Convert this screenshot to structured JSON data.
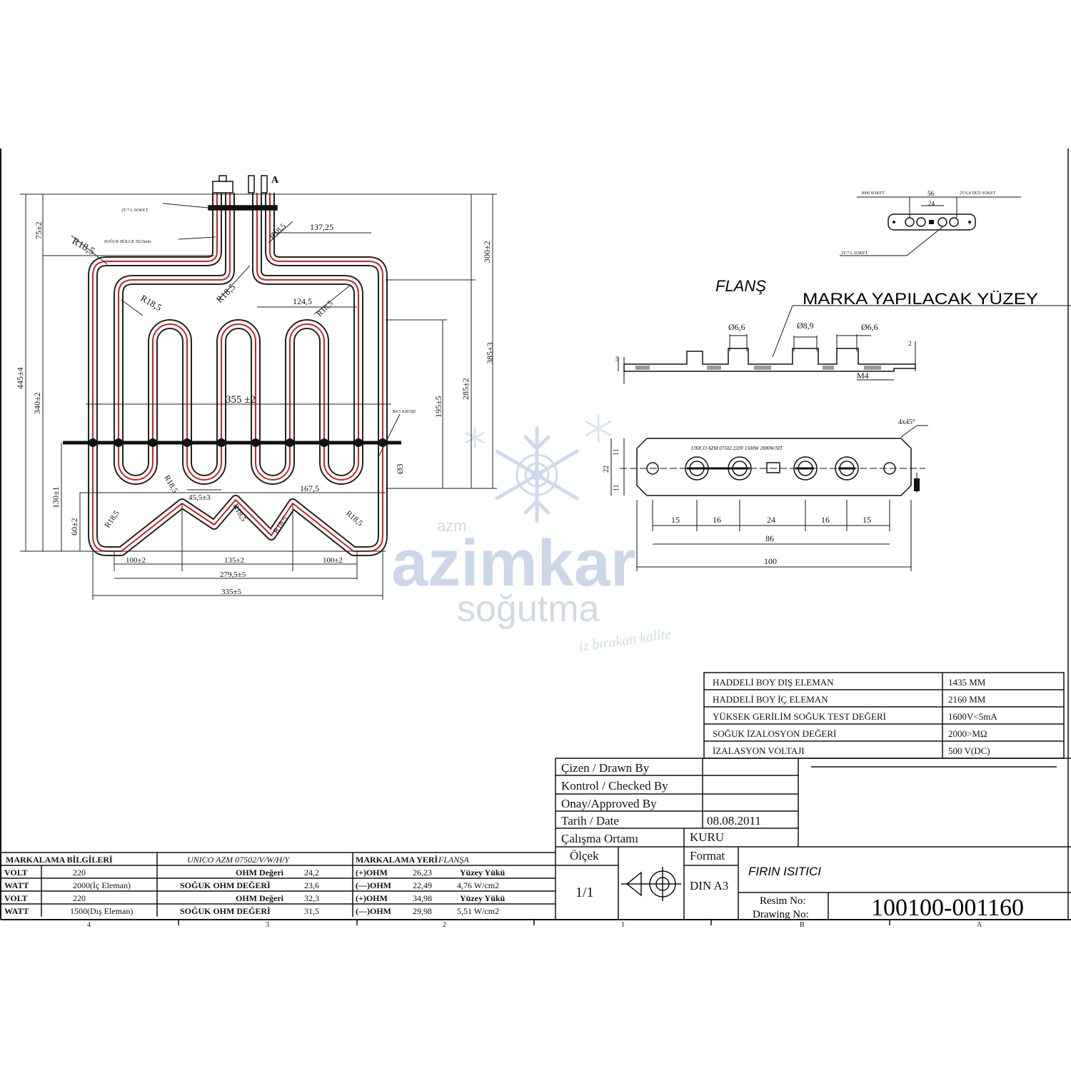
{
  "watermark": {
    "small": "azm",
    "brand": "azimkar",
    "sub": "soğutma",
    "tagline": "iz bırakan kalite"
  },
  "heater_drawing": {
    "terminal_label": "A",
    "note_socket_top": "2T/7 L SOKET",
    "note_cold_zone": "SOĞUK BÖLGE 30±5mm",
    "note_flange_square": "B4.5 KROŞE",
    "dims": {
      "h75": "75±2",
      "h445": "445±4",
      "h340": "340±2",
      "h130": "130±1",
      "h60": "60±2",
      "r_left_top": "R18,5",
      "r_inner_left": "R18,5",
      "r_center": "R18,5",
      "r_right_top": "R18,5",
      "r_right_inner": "R18,5",
      "r_bottom_left": "R18,5",
      "r_bottom_mid": "R18,5",
      "r_bottom_right1": "R18,5",
      "r_bottom_right2": "R18,5",
      "r_loop": "R18,5",
      "w137": "137,25",
      "w124": "124,5",
      "w355": "355 ±2",
      "w45": "45,5±3",
      "w167": "167,5",
      "d3": "Ø3",
      "v300": "300±2",
      "v385": "385±3",
      "v285": "285±2",
      "v195": "195±5",
      "b100a": "100±2",
      "b135": "135±2",
      "b100b": "100±2",
      "b279": "279,5±5",
      "b335": "335±5"
    }
  },
  "socket_detail": {
    "left_label": "3006 SOKET",
    "right_label": "2T/6,8 DÜZ SOKET",
    "bottom_label": "2T/7 L SOKET",
    "d56": "56",
    "d24": "24"
  },
  "flange": {
    "title": "FLANŞ",
    "surface_label": "MARKA YAPILACAK YÜZEY",
    "d1": "Ø6,6",
    "d2": "Ø8,9",
    "d3": "Ø6,6",
    "thread": "M4",
    "h5": "5",
    "h2": "2",
    "plate_text": "UNICO AZM 07502  220V 1500W    2000W/SIT",
    "chamfer": "4x45°",
    "h11a": "11",
    "h22": "22",
    "h11b": "11",
    "w15a": "15",
    "w16a": "16",
    "w24": "24",
    "w16b": "16",
    "w15b": "15",
    "w86": "86",
    "w100": "100"
  },
  "specs": [
    {
      "label": "HADDELİ BOY DIŞ ELEMAN",
      "value": "1435 MM"
    },
    {
      "label": "HADDELİ BOY İÇ ELEMAN",
      "value": "2160 MM"
    },
    {
      "label": "YÜKSEK GERİLİM SOĞUK TEST DEĞERİ",
      "value": "1600V<5mA"
    },
    {
      "label": "SOĞUK İZALOSYON DEĞERİ",
      "value": "2000>MΩ"
    },
    {
      "label": "İZALASYON VOLTAJI",
      "value": "500 V(DC)"
    }
  ],
  "title_block": {
    "drawn_by": "Çizen / Drawn By",
    "checked_by": "Kontrol / Checked By",
    "approved_by": "Onay/Approved By",
    "date_label": "Tarih / Date",
    "date_value": "08.08.2011",
    "env_label": "Çalışma Ortamı",
    "env_value": "KURU",
    "scale_label": "Ölçek",
    "scale_value": "1/1",
    "format_label": "Format",
    "format_value": "DIN A3",
    "part_name": "FIRIN  ISITICI",
    "drawing_no_label1": "Resim No:",
    "drawing_no_label2": "Drawing  No:",
    "drawing_no": "100100-001160"
  },
  "marking": {
    "header_label": "MARKALAMA BİLGİLERİ",
    "header_code": "UNICO AZM 07502/V/W/H/Y",
    "header_place_label": "MARKALAMA YERİ",
    "header_place": "FLANŞA",
    "rows": [
      {
        "k": "VOLT",
        "v": "220",
        "ohm_label": "OHM Değeri",
        "ohm": "24,2",
        "pm": "(+)OHM",
        "pm_val": "26,23",
        "load_label": "Yüzey Yükü",
        "load": ""
      },
      {
        "k": "WATT",
        "v": "2000(İç Eleman)",
        "ohm_label": "SOĞUK OHM DEĞERİ",
        "ohm": "23,6",
        "pm": "(—)OHM",
        "pm_val": "22,49",
        "load_label": "",
        "load": "4,76 W/cm2"
      },
      {
        "k": "VOLT",
        "v": "220",
        "ohm_label": "OHM Değeri",
        "ohm": "32,3",
        "pm": "(+)OHM",
        "pm_val": "34,98",
        "load_label": "Yüzey Yükü",
        "load": ""
      },
      {
        "k": "WATT",
        "v": "1500(Dış Eleman)",
        "ohm_label": "SOĞUK OHM DEĞERİ",
        "ohm": "31,5",
        "pm": "(—)OHM",
        "pm_val": "29,98",
        "load_label": "",
        "load": "5,51 W/cm2"
      }
    ]
  },
  "bottom_ruler": [
    "4",
    "3",
    "2",
    "1",
    "B",
    "A"
  ]
}
